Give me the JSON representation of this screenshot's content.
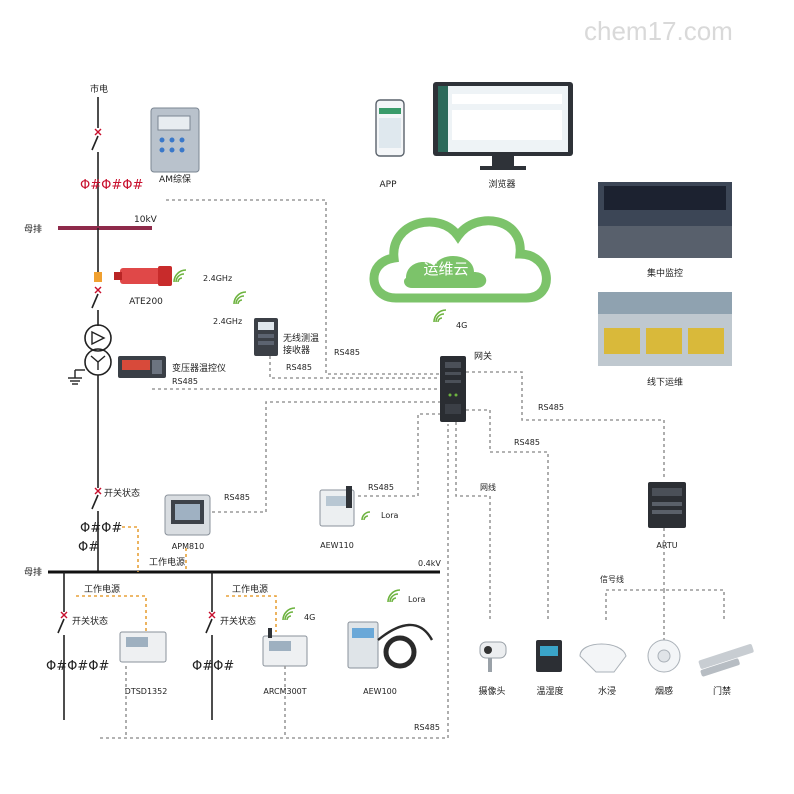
{
  "watermark": "chem17.com",
  "cloud": {
    "label": "运维云",
    "signal_label": "4G",
    "color": "#7cc36a"
  },
  "labels": {
    "utility": "市电",
    "busbar_top": "母排",
    "busbar_top_voltage": "10kV",
    "busbar_bottom": "母排",
    "busbar_bottom_voltage": "0.4kV",
    "am": "AM综保",
    "ate200": "ATE200",
    "ate_freq": "2.4GHz",
    "receiver_freq": "2.4GHz",
    "receiver_line1": "无线测温",
    "receiver_line2": "接收器",
    "rs485_receiver_a": "RS485",
    "rs485_receiver_b": "RS485",
    "transformer_ctrl": "变压器温控仪",
    "rs485_transformer": "RS485",
    "gateway": "网关",
    "switch_state_top": "开关状态",
    "apm810": "APM810",
    "rs485_apm": "RS485",
    "work_power_apm": "工作电源",
    "aew110": "AEW110",
    "rs485_aew110": "RS485",
    "lora_aew110": "Lora",
    "work_power_left": "工作电源",
    "work_power_mid": "工作电源",
    "switch_state_left": "开关状态",
    "switch_state_mid": "开关状态",
    "dtsd1352": "DTSD1352",
    "arcm300t": "ARCM300T",
    "arcm_signal": "4G",
    "aew100": "AEW100",
    "lora_aew100": "Lora",
    "rs485_bottom": "RS485",
    "app": "APP",
    "browser": "浏览器",
    "central_monitor": "集中监控",
    "offline_ops": "线下运维",
    "rs485_right_a": "RS485",
    "rs485_right_b": "RS485",
    "network_cable": "网线",
    "artu": "ARTU",
    "signal_line": "信号线",
    "camera": "摄像头",
    "humidity": "温湿度",
    "water": "水浸",
    "smoke": "烟感",
    "door": "门禁"
  },
  "colors": {
    "busbar_top": "#8e2a4a",
    "wireless": "#6db33f",
    "work_power_line": "#e8a23a",
    "dashed_link": "#9a9a9a",
    "ct_mark": "#c8102e"
  }
}
